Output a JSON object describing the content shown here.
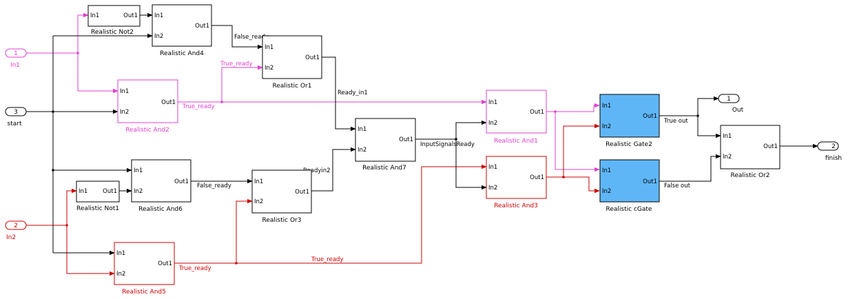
{
  "colors": {
    "black": "#000000",
    "magenta": "#e040d0",
    "red": "#cc0000",
    "gate_fill": "#5fb6f7",
    "white": "#ffffff"
  },
  "ports": {
    "in": "In1",
    "in2": "In2",
    "out": "Out1"
  },
  "io": {
    "in1": {
      "number": "1",
      "label": "In1"
    },
    "start": {
      "number": "3",
      "label": "start"
    },
    "in2": {
      "number": "2",
      "label": "In2"
    },
    "out": {
      "number": "1",
      "label": "Out"
    },
    "finish": {
      "number": "2",
      "label": "finish"
    }
  },
  "blocks": {
    "not2": "Realistic Not2",
    "and4": "Realistic And4",
    "or1": "Realistic Or1",
    "and2": "Realistic And2",
    "and7": "Realistic And7",
    "and1": "Realistic And1",
    "gate2": "Realistic Gate2",
    "or2": "Realistic Or2",
    "not1": "Realistic Not1",
    "and6": "Realistic And6",
    "or3": "Realistic Or3",
    "and3": "Realistic And3",
    "cgate": "Realistic cGate",
    "and5": "Realistic And5"
  },
  "signals": {
    "false_ready_top": "False_ready",
    "true_ready_or1": "True_ready",
    "true_ready_and2": "True_ready",
    "ready_in1": "Ready_in1",
    "input_signals_ready": "InputSignalsReady",
    "readyin2": "Readyin2",
    "false_ready_mid": "False_ready",
    "true_ready_and5": "True_ready",
    "true_ready_long": "True_ready",
    "true_out": "True out",
    "false_out": "False out"
  }
}
